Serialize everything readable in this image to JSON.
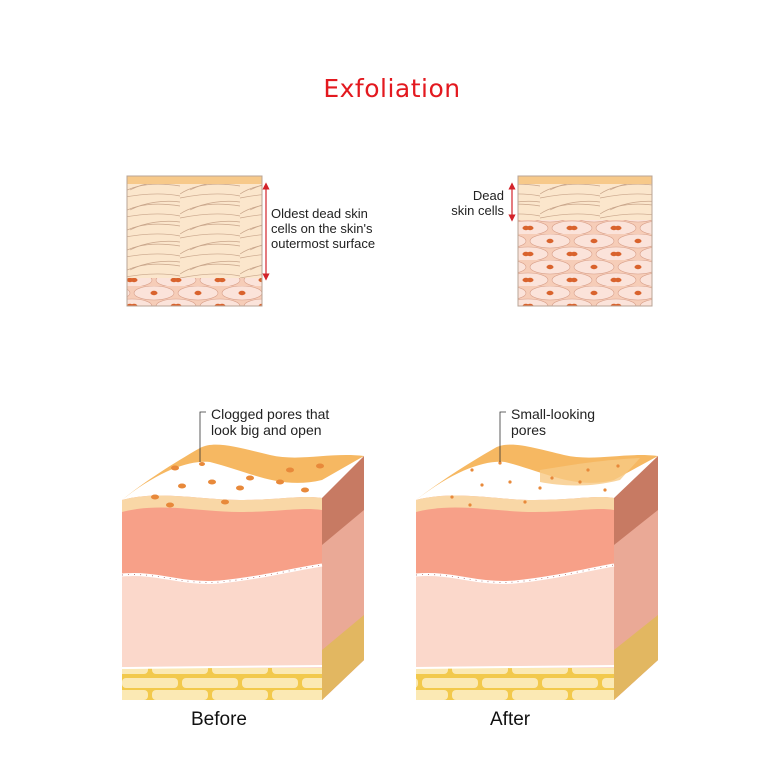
{
  "title": "Exfoliation",
  "top_left": {
    "label_lines": [
      "Oldest dead skin",
      "cells on the skin's",
      "outermost surface"
    ]
  },
  "top_right": {
    "label_lines": [
      "Dead",
      "skin cells"
    ]
  },
  "bottom_left": {
    "callout_lines": [
      "Clogged pores that",
      "look big and open"
    ],
    "caption": "Before"
  },
  "bottom_right": {
    "callout_lines": [
      "Small-looking",
      "pores"
    ],
    "caption": "After"
  },
  "colors": {
    "title": "#e3191f",
    "arrow": "#d3232a",
    "stratum_top": "#f7c98a",
    "dead_cells": "#fbe6cc",
    "live_cells": "#f9d7cf",
    "nucleus": "#d9632d",
    "surface": "#f6b862",
    "epidermis": "#f7a088",
    "dermis": "#fbd8cb",
    "side_dark": "#c77a63",
    "fat": "#fbe9b4",
    "fat_line": "#f2c94c"
  }
}
